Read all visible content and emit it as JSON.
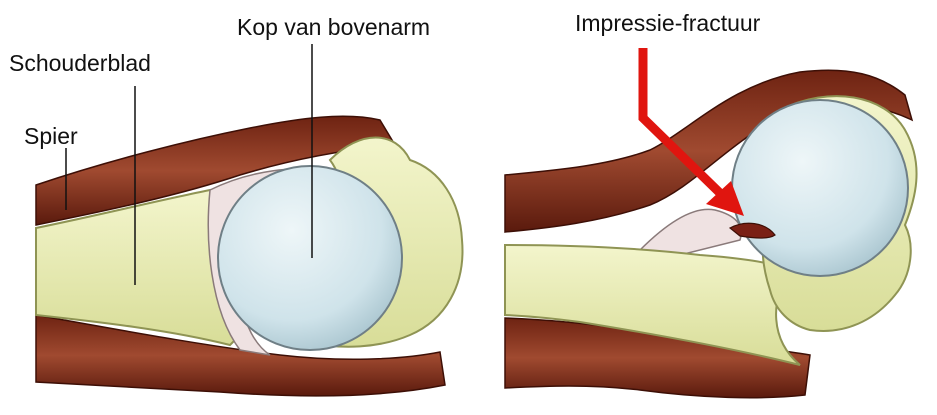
{
  "labels": {
    "spier": "Spier",
    "schouderblad": "Schouderblad",
    "kop": "Kop van bovenarm",
    "impressie": "Impressie-fractuur"
  },
  "colors": {
    "muscle": "#8b2f1c",
    "muscle_dark": "#5a1a0d",
    "bone": "#e8ecb0",
    "bone_edge": "#a8ad6a",
    "humeral_head": "#d6e8ee",
    "cartilage": "#f2e6e6",
    "arrow": "#e0150f",
    "background": "#ffffff"
  }
}
